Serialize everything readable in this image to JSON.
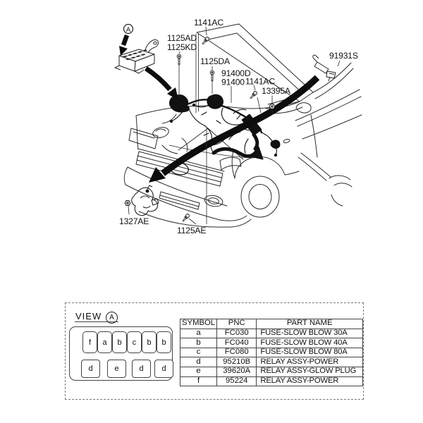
{
  "diagram": {
    "ref_label": "A",
    "callouts": {
      "bolt_1141ac_top": "1141AC",
      "bolt_1125ad": "1125AD",
      "bolt_1125kd": "1125KD",
      "bolt_1125da": "1125DA",
      "harness_91400d": "91400D",
      "harness_91400": "91400",
      "bolt_1141ac_mid": "1141AC",
      "nut_13395a": "13395A",
      "bracket_91931s": "91931S",
      "horn_1327ae": "1327AE",
      "bolt_1125ae": "1125AE"
    }
  },
  "view_section": {
    "title": "VIEW",
    "ref_label": "A",
    "fuse_panel": {
      "top_row": [
        "f",
        "a",
        "b",
        "c",
        "b",
        "b"
      ],
      "bottom_row": [
        "d",
        "e",
        "d",
        "d"
      ]
    },
    "parts_table": {
      "headers": [
        "SYMBOL",
        "PNC",
        "PART NAME"
      ],
      "rows": [
        {
          "symbol": "a",
          "pnc": "FC030",
          "part_name": "FUSE-SLOW BLOW 30A"
        },
        {
          "symbol": "b",
          "pnc": "FC040",
          "part_name": "FUSE-SLOW BLOW 40A"
        },
        {
          "symbol": "c",
          "pnc": "FC080",
          "part_name": "FUSE-SLOW BLOW 80A"
        },
        {
          "symbol": "d",
          "pnc": "95210B",
          "part_name": "RELAY ASSY-POWER"
        },
        {
          "symbol": "e",
          "pnc": "39620A",
          "part_name": "RELAY ASSY-GLOW PLUG"
        },
        {
          "symbol": "f",
          "pnc": "95224",
          "part_name": "RELAY ASSY-POWER"
        }
      ]
    }
  },
  "colors": {
    "line": "#222222",
    "harness": "#111111",
    "background": "#ffffff"
  }
}
